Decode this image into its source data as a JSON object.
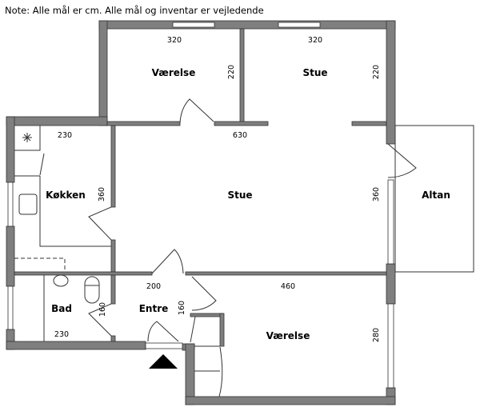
{
  "note": "Note: Alle mål er cm. Alle mål og inventar er vejledende",
  "rooms": {
    "vaerelse_top": {
      "label": "Værelse",
      "width": "320",
      "depth": "220"
    },
    "stue_top": {
      "label": "Stue",
      "width": "320",
      "depth": "220"
    },
    "stue_main": {
      "label": "Stue",
      "width": "630",
      "depth": "360"
    },
    "altan": {
      "label": "Altan"
    },
    "koekken": {
      "label": "Køkken",
      "width": "230",
      "depth": "360"
    },
    "bad": {
      "label": "Bad",
      "width": "230",
      "depth": "160"
    },
    "entre": {
      "label": "Entre",
      "width": "200",
      "depth": "160"
    },
    "vaerelse_bottom": {
      "label": "Værelse",
      "width": "460",
      "depth": "280"
    }
  },
  "colors": {
    "wall": "#7f7f7f",
    "line": "#333333"
  }
}
